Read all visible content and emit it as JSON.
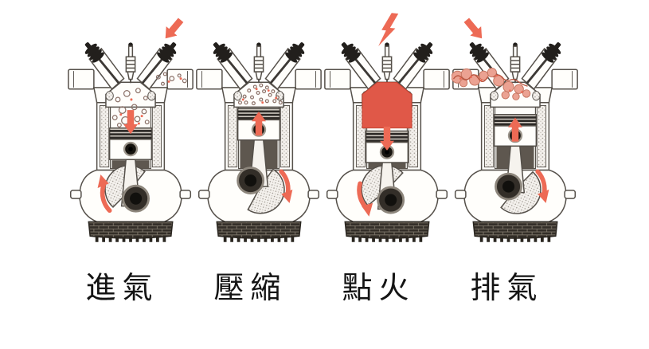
{
  "figure": {
    "stages": [
      {
        "id": "intake",
        "label": "進氣"
      },
      {
        "id": "compression",
        "label": "壓縮"
      },
      {
        "id": "ignition",
        "label": "點火"
      },
      {
        "id": "exhaust",
        "label": "排氣"
      }
    ],
    "colors": {
      "accent_red": "#ed6a55",
      "combustion_red": "#e05848",
      "exhaust_pink": "#eba292",
      "line": "#55504a",
      "label_text": "#141414"
    }
  }
}
